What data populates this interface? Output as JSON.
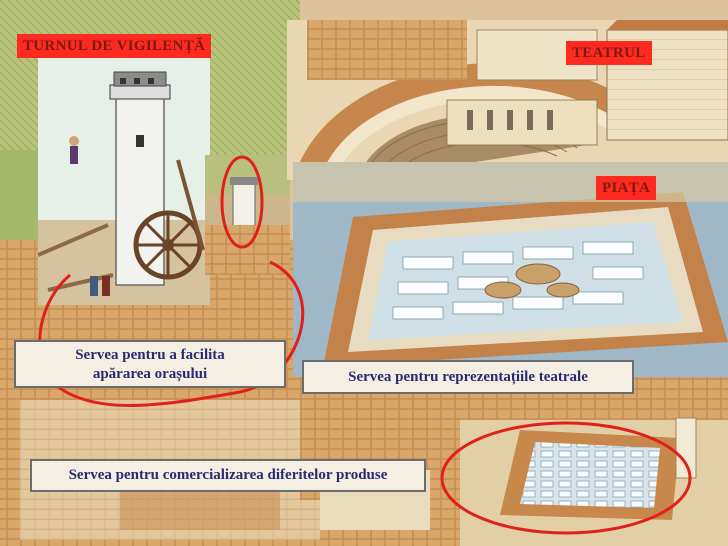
{
  "labels": {
    "tower": "TURNUL DE VIGILENȚĂ",
    "theatre": "TEATRUL",
    "market": "PIAȚA"
  },
  "captions": {
    "tower_line1": "Servea pentru a facilita",
    "tower_line2": "apărarea orașului",
    "theatre": "Servea pentru reprezentațiile teatrale",
    "market": "Servea pentru comercializarea diferitelor produse"
  },
  "colors": {
    "label_bg": "#ff2a1f",
    "label_text": "#7a1a12",
    "caption_bg": "#f4efe2",
    "caption_text": "#2a2a72",
    "highlight_ring": "#e0201c"
  }
}
